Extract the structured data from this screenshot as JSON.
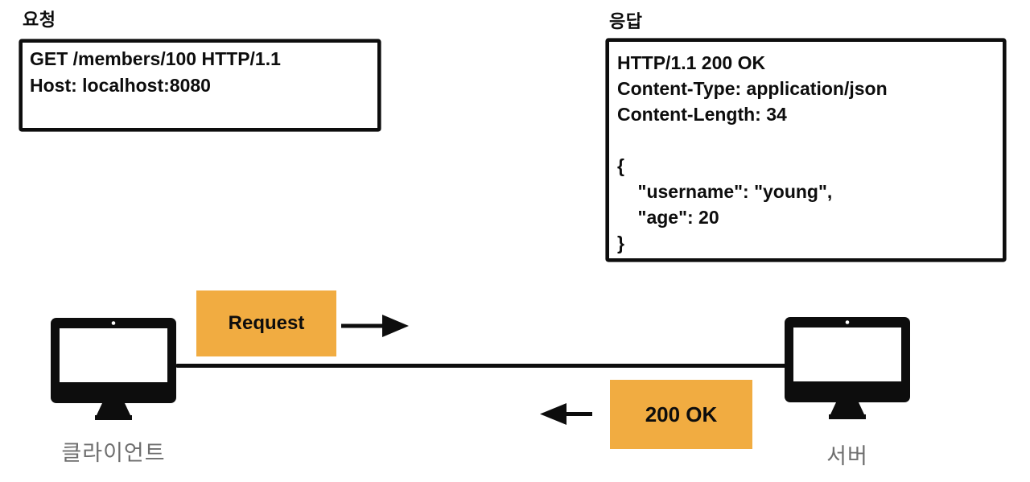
{
  "request_panel": {
    "title": "요청",
    "lines": [
      "GET /members/100 HTTP/1.1",
      "Host: localhost:8080"
    ]
  },
  "response_panel": {
    "title": "응답",
    "lines": [
      "HTTP/1.1 200 OK",
      "Content-Type: application/json",
      "Content-Length: 34",
      "",
      "{",
      "    \"username\": \"young\",",
      "    \"age\": 20",
      "}"
    ]
  },
  "flow": {
    "request_badge": "Request",
    "response_badge": "200 OK",
    "client_label": "클라이언트",
    "server_label": "서버"
  },
  "colors": {
    "badge_orange": "#F1AC41",
    "label_gray": "#6E6E6E",
    "ink": "#0D0D0D"
  },
  "icons": {
    "client": "desktop-computer-icon",
    "server": "desktop-computer-icon",
    "request_arrow": "arrow-right-icon",
    "response_arrow": "arrow-left-icon"
  }
}
